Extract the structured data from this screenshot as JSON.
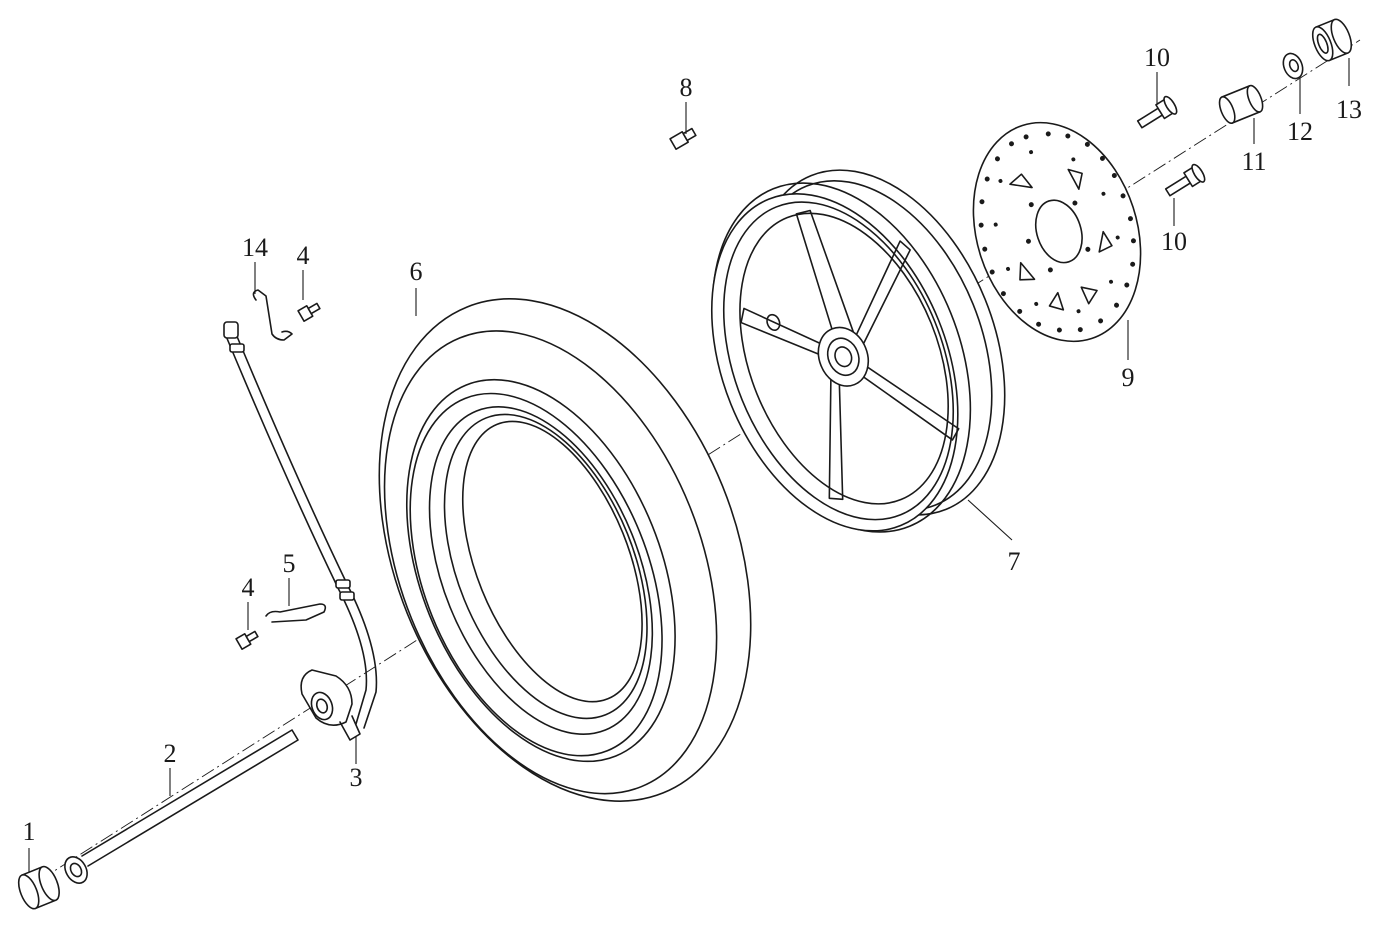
{
  "diagram": {
    "labels": {
      "p1": "1",
      "p2": "2",
      "p3": "3",
      "p4a": "4",
      "p4b": "4",
      "p5": "5",
      "p6": "6",
      "p7": "7",
      "p8": "8",
      "p9": "9",
      "p10a": "10",
      "p10b": "10",
      "p11": "11",
      "p12": "12",
      "p13": "13",
      "p14": "14"
    }
  }
}
